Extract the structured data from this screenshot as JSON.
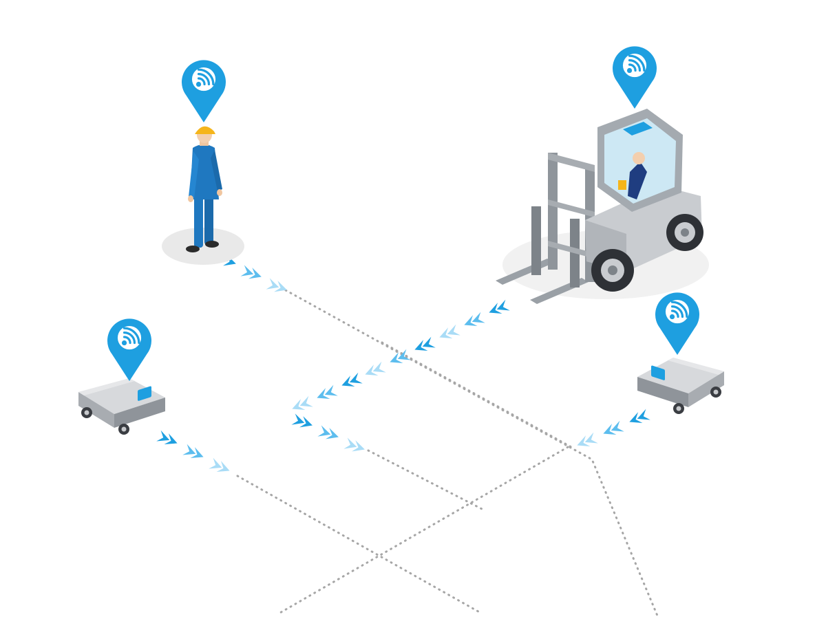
{
  "colors": {
    "background": "#ffffff",
    "pin_blue": "#1e9fe0",
    "arrow_dark": "#1e9fe0",
    "arrow_mid": "#5cbdee",
    "arrow_light": "#a9dcf6",
    "dot_path": "#a6a6a6",
    "agv_body": "#c6c9cd",
    "agv_top": "#d7d9dc",
    "agv_side": "#9fa3a8",
    "agv_sensor": "#1e9fe0",
    "forklift_body": "#b9bcc0",
    "worker_uniform": "#1f78c0",
    "worker_helmet": "#f5b51b",
    "floor_shadow": "#e9e9e9"
  },
  "elements": {
    "location_pin_icon": "location-pin-with-wireless-signal",
    "worker": "worker-with-hard-hat",
    "forklift": "forklift-with-driver",
    "agv": "automated-guided-vehicle",
    "direction_chevrons": "chevron-arrows",
    "path_lines": "dotted-paths"
  }
}
